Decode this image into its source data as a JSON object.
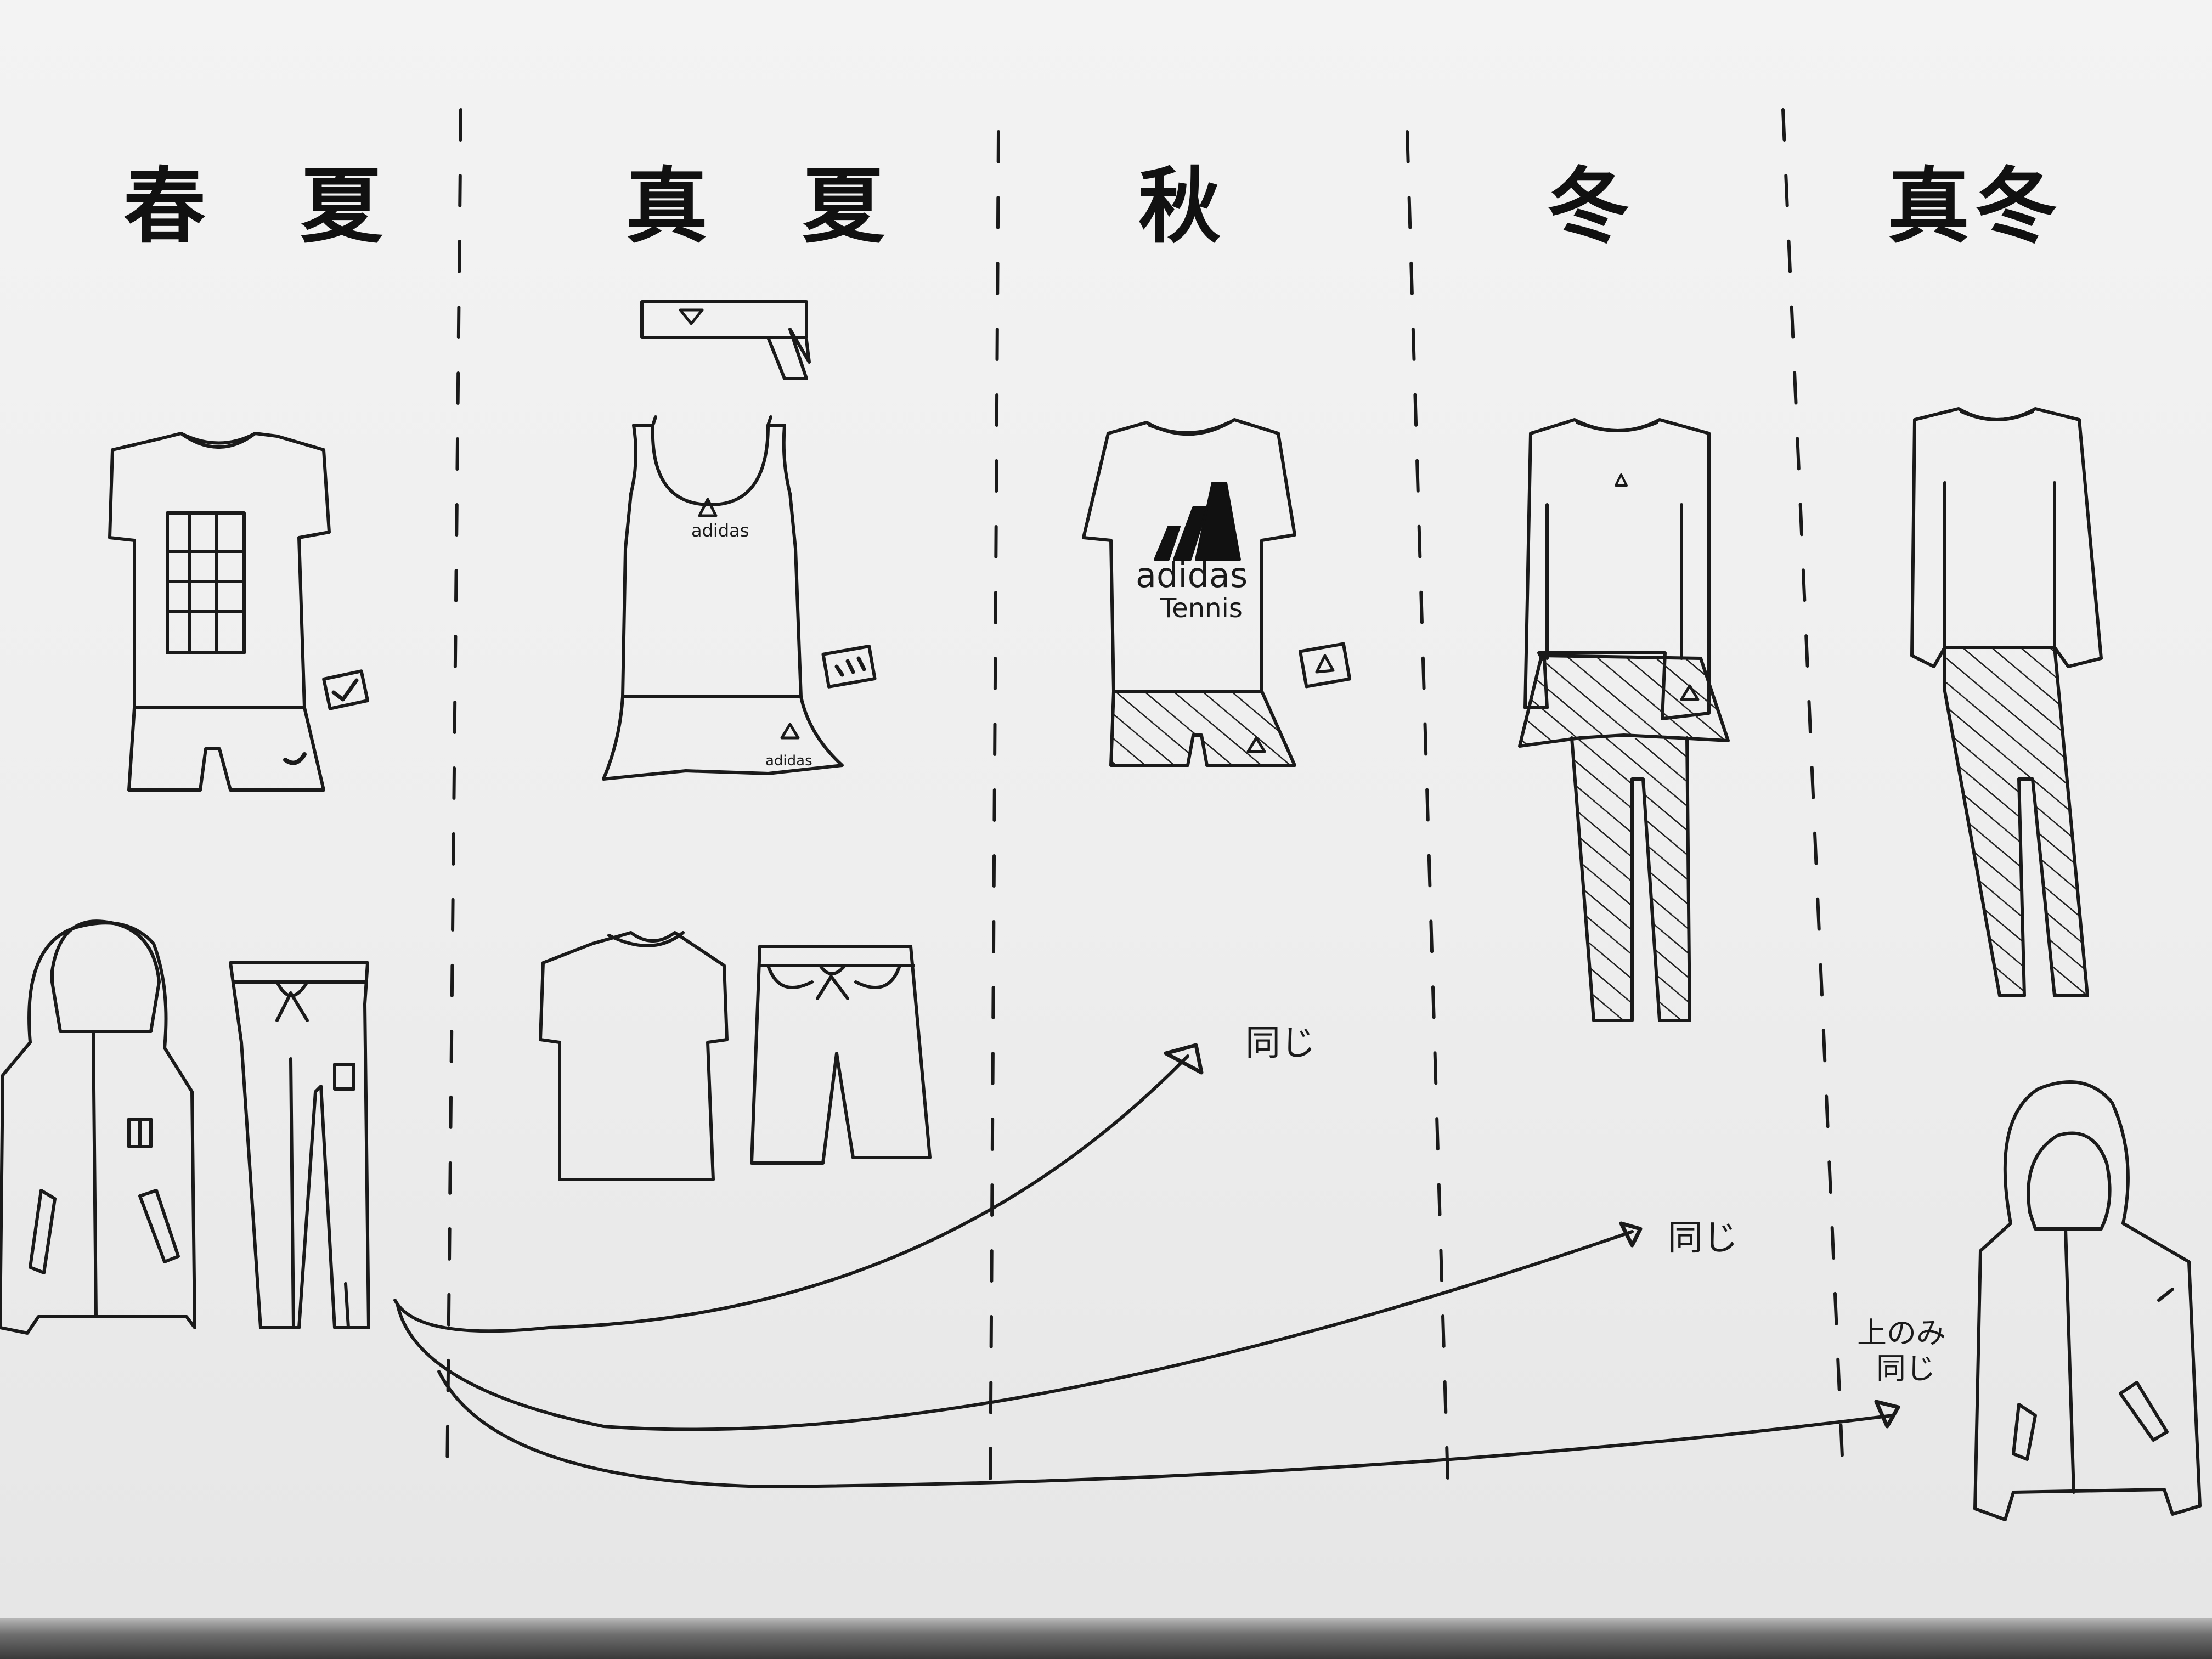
{
  "seasons": [
    {
      "label": "春 夏"
    },
    {
      "label": "真 夏"
    },
    {
      "label": "秋"
    },
    {
      "label": "冬"
    },
    {
      "label": "真冬"
    }
  ],
  "print": {
    "adidas": "adidas",
    "tennis": "Tennis"
  },
  "notes": {
    "same_autumn": "同じ",
    "same_winter": "同じ",
    "top_only": "上のみ",
    "same_deep_winter": "同じ"
  },
  "colors": {
    "ink": "#1a1a1a",
    "paper": "#f1f1f1",
    "hatch": "#222222"
  }
}
